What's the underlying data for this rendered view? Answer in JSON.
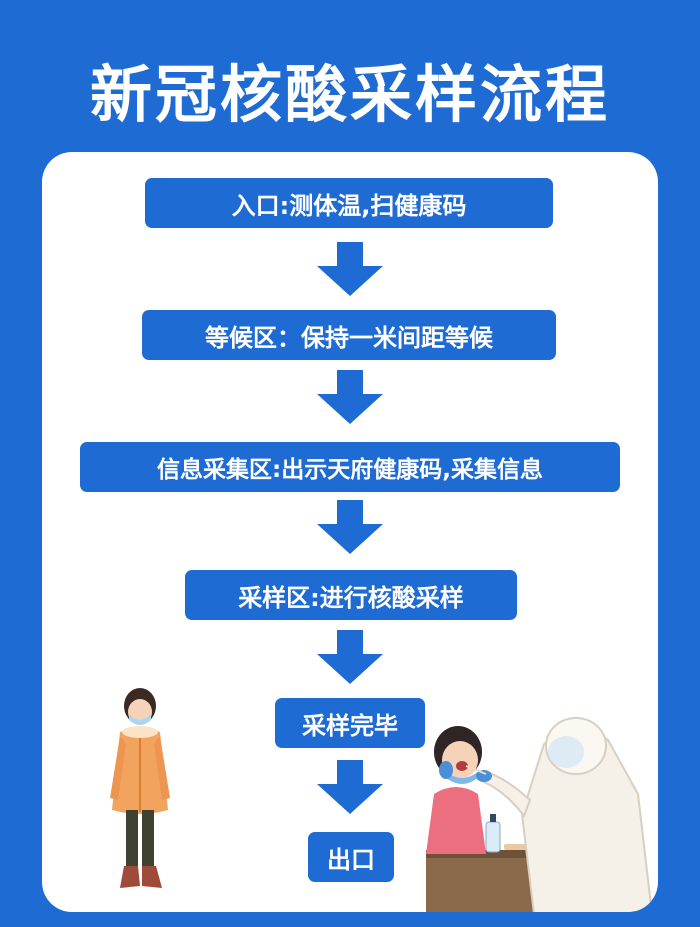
{
  "title": "新冠核酸采样流程",
  "steps": [
    {
      "label": "入口:测体温,扫健康码"
    },
    {
      "label": "等候区：保持一米间距等候"
    },
    {
      "label": "信息采集区:出示天府健康码,采集信息"
    },
    {
      "label": "采样区:进行核酸采样"
    },
    {
      "label": "采样完毕"
    },
    {
      "label": "出口"
    }
  ],
  "colors": {
    "background": "#1f6bd4",
    "panel": "#ffffff",
    "box": "#1f6bd4",
    "arrow": "#1f6bd4",
    "text": "#ffffff"
  }
}
